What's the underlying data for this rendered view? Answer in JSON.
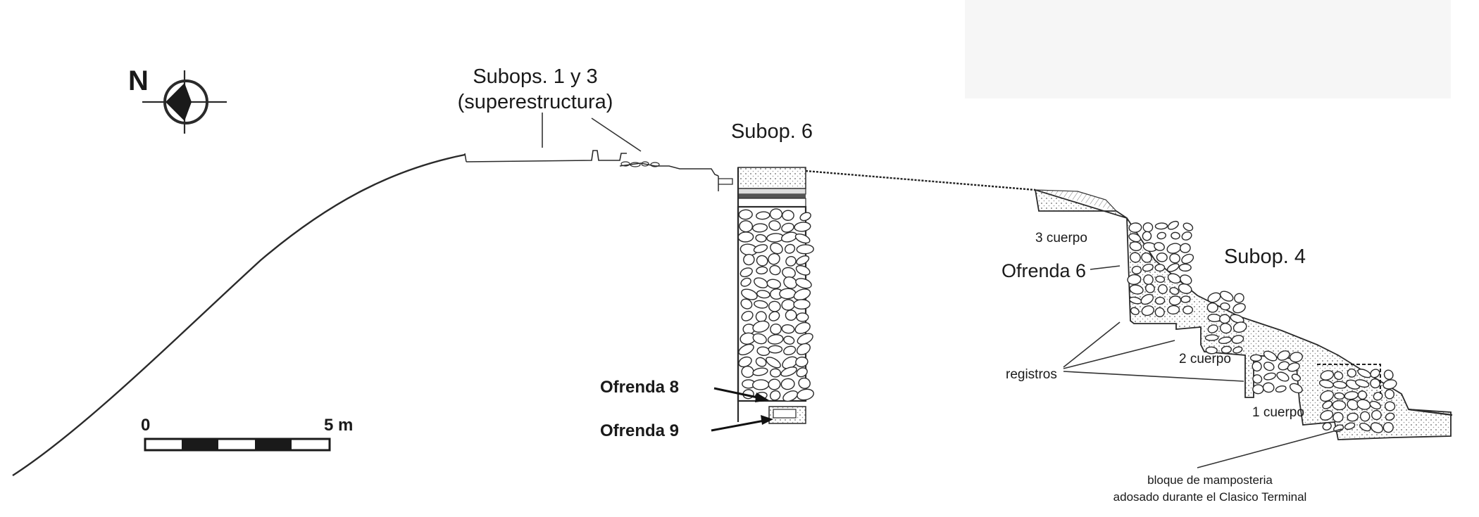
{
  "north": {
    "letter": "N"
  },
  "scale_bar": {
    "start_label": "0",
    "end_label": "5 m",
    "segments": 5
  },
  "labels": {
    "subops_1_3_line1": "Subops. 1 y 3",
    "subops_1_3_line2": "(superestructura)",
    "subop_6": "Subop. 6",
    "subop_4": "Subop. 4",
    "cuerpo_3": "3 cuerpo",
    "cuerpo_2": "2 cuerpo",
    "cuerpo_1": "1 cuerpo",
    "ofrenda_6": "Ofrenda 6",
    "ofrenda_8": "Ofrenda 8",
    "ofrenda_9": "Ofrenda 9",
    "registros": "registros",
    "bloque_line1": "bloque de mamposteria",
    "bloque_line2": "adosado durante el Clasico Terminal"
  },
  "colors": {
    "ink": "#2a2a2a",
    "stipple": "#8a8a8a",
    "stone_fill": "#ffffff",
    "background": "#ffffff"
  }
}
